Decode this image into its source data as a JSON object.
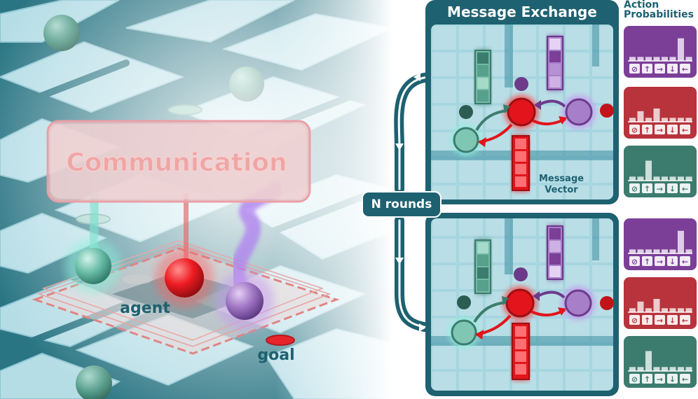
{
  "scene": {
    "communication_label": "Communication",
    "agent_label": "agent",
    "goal_label": "goal"
  },
  "exchange": {
    "title": "Message Exchange",
    "message_vector_label": "Message\nVector",
    "rounds_label": "N rounds"
  },
  "actions": {
    "title": "Action\nProbabilities",
    "symbols": [
      "⊘",
      "↑",
      "→",
      "↓",
      "←"
    ],
    "distributions": [
      {
        "agent": "purple",
        "color": "#7b3f98",
        "values": [
          0.15,
          0.15,
          0.15,
          0.15,
          0.15,
          0.15,
          0.85,
          0.15
        ]
      },
      {
        "agent": "red",
        "color": "#b8333b",
        "values": [
          0.15,
          0.4,
          0.15,
          0.5,
          0.15,
          0.15,
          0.15,
          0.15
        ]
      },
      {
        "agent": "teal",
        "color": "#3c7c6e",
        "values": [
          0.15,
          0.15,
          0.75,
          0.15,
          0.15,
          0.15,
          0.15,
          0.15
        ]
      }
    ]
  },
  "colors": {
    "dark_teal": "#1e6170",
    "teal_agent": "#5eb3a0",
    "red_agent": "#e3141b",
    "purple_agent": "#9b6cc0",
    "floor": "#bfe4ec"
  }
}
